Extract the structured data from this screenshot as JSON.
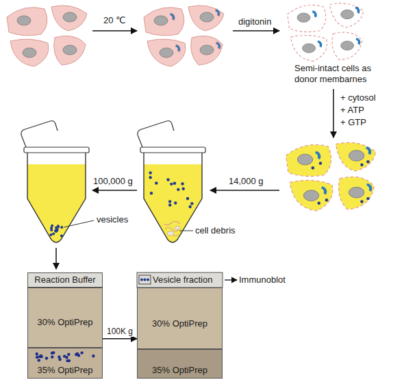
{
  "diagram": {
    "nodes": [
      {
        "text": [
          "Reaction Buffer"
        ]
      },
      {
        "text": [
          "30% OptiPrep"
        ]
      },
      {
        "text": [
          "35% OptiPrep"
        ]
      },
      {
        "text": [
          "30% OptiPrep"
        ]
      },
      {
        "text": [
          "35% OptiPrep"
        ]
      }
    ],
    "edges": [
      {
        "from": 1,
        "to": 3,
        "label": "100K g",
        "arrow": "to"
      }
    ],
    "labels": [
      "20 ℃",
      "digitonin",
      "Semi-intact cells as donor membarnes",
      "+ cytosol",
      "+ ATP",
      "+ GTP",
      "14,000 g",
      "100,000 g",
      "vesicles",
      "cell debris",
      "Vesicle fraction",
      "Immunoblot"
    ]
  }
}
